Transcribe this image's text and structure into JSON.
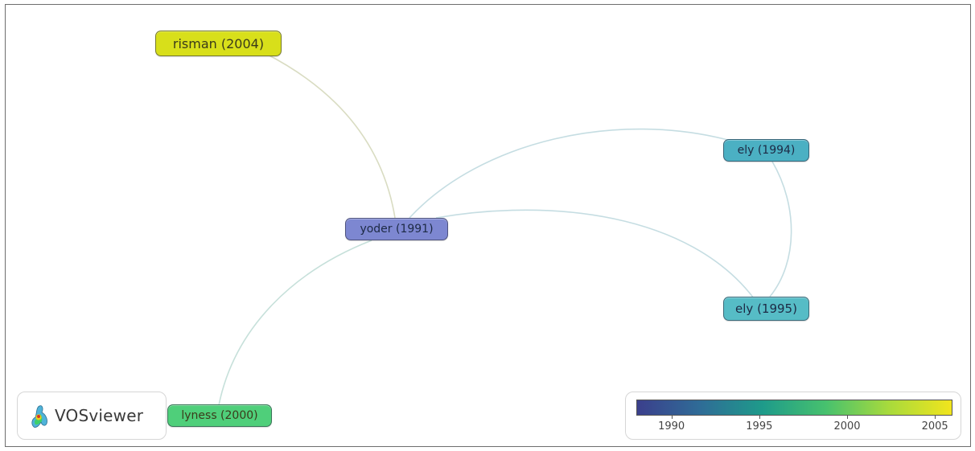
{
  "nodes": [
    {
      "id": "risman",
      "label": "risman (2004)",
      "color": "#d8df1a"
    },
    {
      "id": "yoder",
      "label": "yoder (1991)",
      "color": "#7d87d1"
    },
    {
      "id": "ely1994",
      "label": "ely (1994)",
      "color": "#4bb0c3"
    },
    {
      "id": "ely1995",
      "label": "ely (1995)",
      "color": "#56bcc6"
    },
    {
      "id": "lyness",
      "label": "lyness (2000)",
      "color": "#4fcf7a"
    }
  ],
  "edges": [
    {
      "from": "risman",
      "to": "yoder"
    },
    {
      "from": "yoder",
      "to": "ely1994"
    },
    {
      "from": "yoder",
      "to": "ely1995"
    },
    {
      "from": "yoder",
      "to": "lyness"
    },
    {
      "from": "ely1994",
      "to": "ely1995"
    }
  ],
  "logo": {
    "text": "VOSviewer"
  },
  "legend": {
    "ticks": [
      "1990",
      "1995",
      "2000",
      "2005"
    ],
    "min_year": 1988,
    "max_year": 2006,
    "gradient": [
      "#3b3f8c",
      "#2f6c97",
      "#1e9b8a",
      "#47c16e",
      "#a8da3c",
      "#f1e51d"
    ]
  }
}
